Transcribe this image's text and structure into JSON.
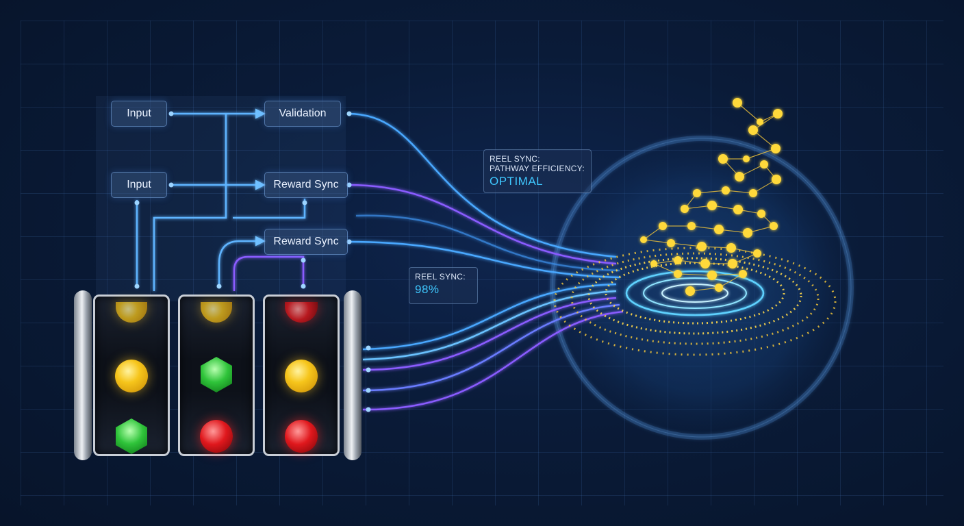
{
  "nodes": {
    "input_1": "Input",
    "validation": "Validation",
    "input_2": "Input",
    "reward_sync_1": "Reward Sync",
    "reward_sync_2": "Reward Sync"
  },
  "badges": {
    "efficiency": {
      "line1": "REEL SYNC:",
      "line2": "PATHWAY EFFICIENCY:",
      "value": "OPTIMAL"
    },
    "sync": {
      "label": "REEL SYNC:",
      "value": "98%"
    }
  },
  "slot_machine": {
    "reels": [
      [
        "coin",
        "coin",
        "emerald"
      ],
      [
        "coin",
        "emerald",
        "ruby"
      ],
      [
        "ruby",
        "coin",
        "ruby"
      ]
    ]
  },
  "colors": {
    "background": "#0a1b38",
    "flow_blue": "#4aa8ff",
    "flow_purple": "#8a5cff",
    "accent_cyan": "#3fc8ff",
    "gold": "#f6c51b"
  }
}
